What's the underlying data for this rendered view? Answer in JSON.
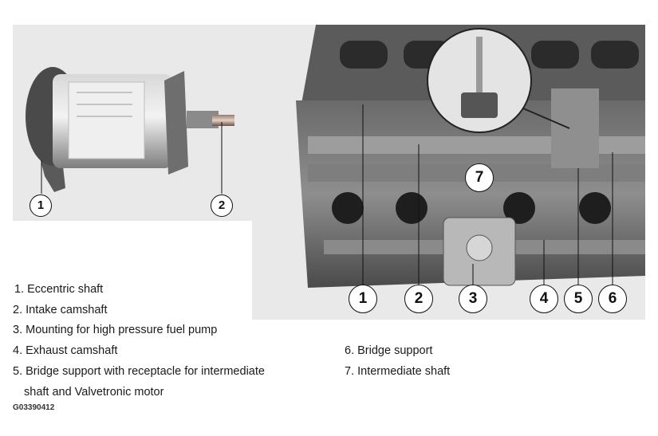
{
  "figure_code": "G03390412",
  "motor_callouts": [
    "1",
    "2"
  ],
  "engine_callouts": [
    "1",
    "2",
    "3",
    "4",
    "5",
    "6",
    "7"
  ],
  "legend": [
    {
      "text": "1. Eccentric shaft"
    },
    {
      "text": "2. Intake camshaft"
    },
    {
      "text": "3. Mounting for high pressure fuel pump"
    },
    {
      "text": "4. Exhaust camshaft"
    },
    {
      "text": "5. Bridge support with receptacle for intermediate"
    },
    {
      "text": "shaft and Valvetronic motor"
    },
    {
      "text": "6. Bridge support"
    },
    {
      "text": "7. Intermediate shaft"
    }
  ],
  "colors": {
    "panel_bg": "#e9e9e9",
    "metal": "#8c8c8c",
    "dark_metal": "#3d3d3d",
    "callout_border": "#111111"
  }
}
